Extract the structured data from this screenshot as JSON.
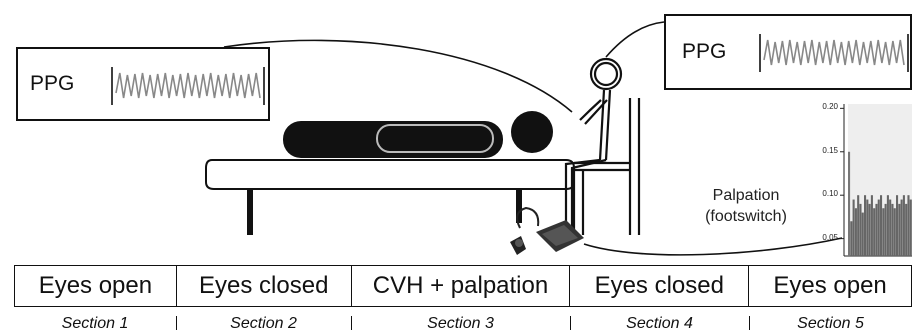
{
  "ppg_left": {
    "label": "PPG"
  },
  "ppg_right": {
    "label": "PPG"
  },
  "palpation": {
    "line1": "Palpation",
    "line2": "(footswitch)"
  },
  "chart_data": {
    "type": "bar",
    "title": "",
    "xlabel": "",
    "ylabel": "",
    "ylim": [
      0.03,
      0.205
    ],
    "yticks": [
      "0.05",
      "0.10",
      "0.15",
      "0.20"
    ],
    "values": [
      0.15,
      0.07,
      0.095,
      0.085,
      0.1,
      0.09,
      0.08,
      0.1,
      0.095,
      0.09,
      0.1,
      0.085,
      0.09,
      0.095,
      0.1,
      0.085,
      0.09,
      0.1,
      0.095,
      0.09,
      0.085,
      0.1,
      0.09,
      0.095,
      0.1,
      0.09,
      0.1,
      0.095
    ]
  },
  "conditions": [
    {
      "label": "Eyes open"
    },
    {
      "label": "Eyes closed"
    },
    {
      "label": "CVH + palpation"
    },
    {
      "label": "Eyes closed"
    },
    {
      "label": "Eyes open"
    }
  ],
  "sections": [
    {
      "label": "Section 1"
    },
    {
      "label": "Section 2"
    },
    {
      "label": "Section 3"
    },
    {
      "label": "Section 4"
    },
    {
      "label": "Section 5"
    }
  ]
}
